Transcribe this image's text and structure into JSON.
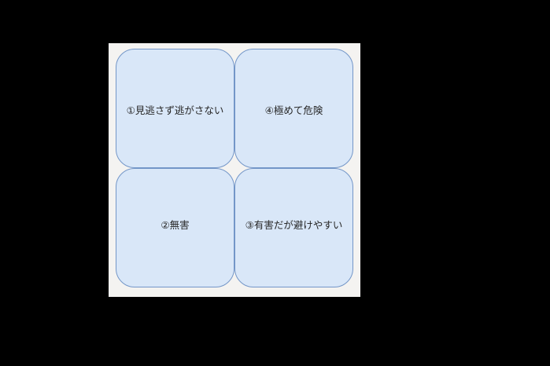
{
  "diagram": {
    "type": "2x2-matrix",
    "background_color": "#000000",
    "panel_color": "#f4f3f1",
    "box_fill_color": "#d9e7f8",
    "box_border_color": "#7396c8",
    "text_color": "#262626",
    "quadrants": [
      {
        "position": "top-left",
        "number": "①",
        "label": "①見逃さず逃がさない"
      },
      {
        "position": "top-right",
        "number": "④",
        "label": "④極めて危険"
      },
      {
        "position": "bottom-left",
        "number": "②",
        "label": "②無害"
      },
      {
        "position": "bottom-right",
        "number": "③",
        "label": "③有害だが避けやすい"
      }
    ]
  }
}
